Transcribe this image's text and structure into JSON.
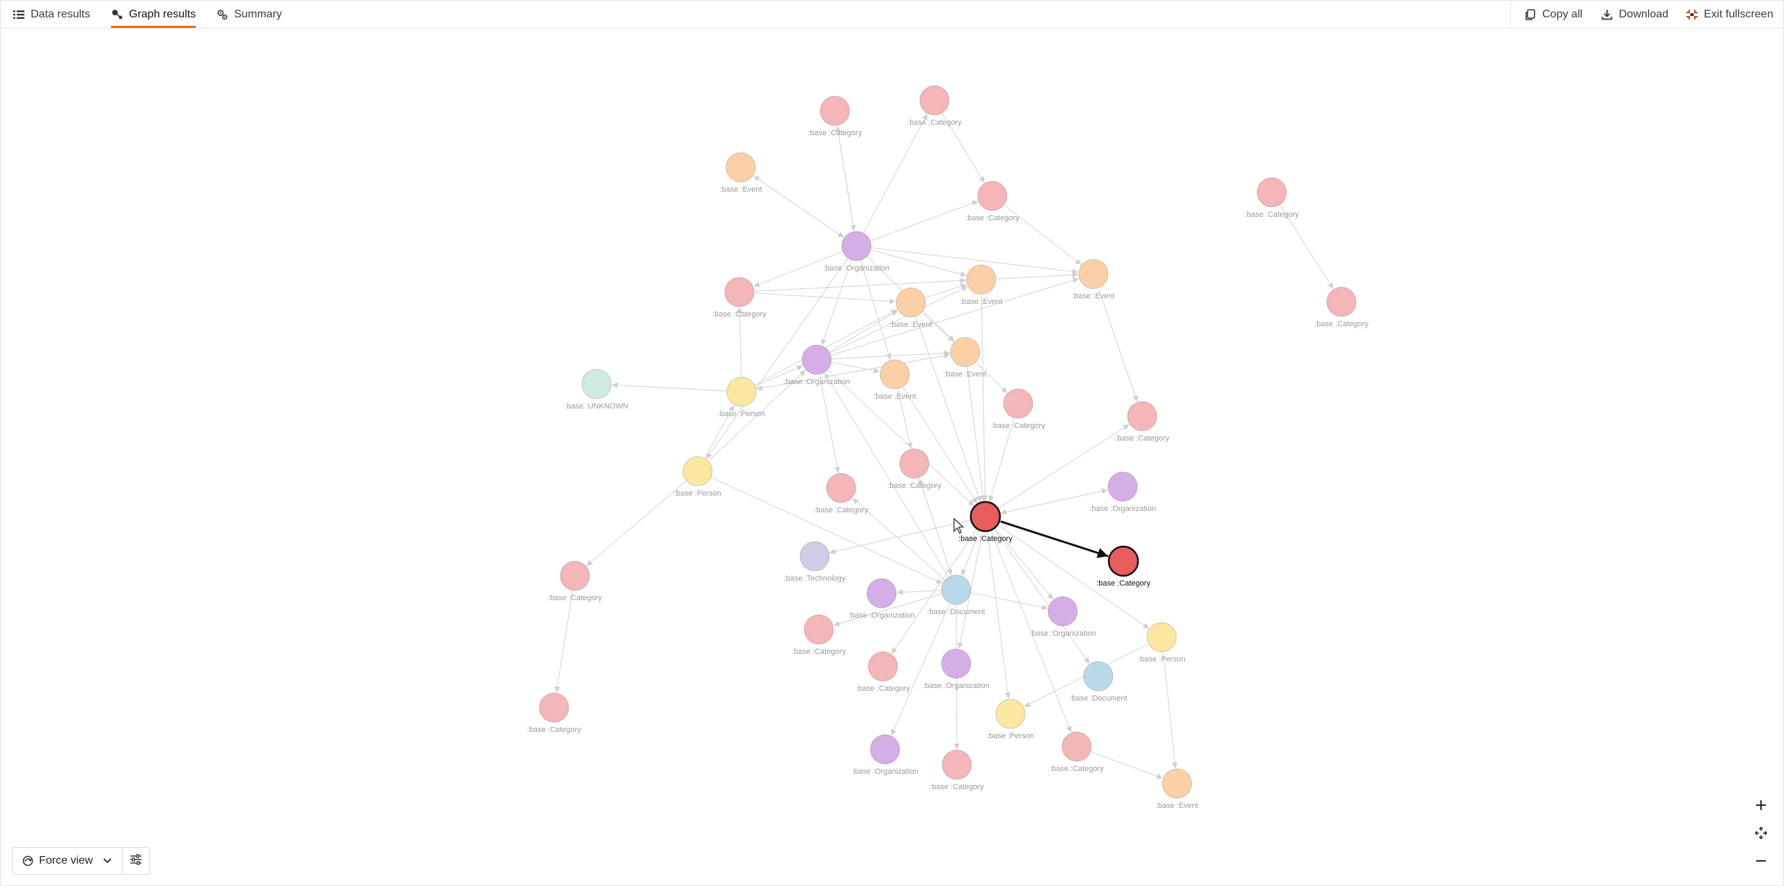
{
  "tabs": [
    {
      "label": "Data results",
      "icon": "list-icon"
    },
    {
      "label": "Graph results",
      "icon": "graph-icon",
      "active": true
    },
    {
      "label": "Summary",
      "icon": "gears-icon"
    }
  ],
  "actions": [
    {
      "label": "Copy all",
      "icon": "copy-icon"
    },
    {
      "label": "Download",
      "icon": "download-icon"
    },
    {
      "label": "Exit fullscreen",
      "icon": "exit-fullscreen-icon"
    }
  ],
  "view": {
    "label": "Force view",
    "icon": "force-view-icon",
    "chevron": "chevron-down-icon",
    "settings_icon": "sliders-icon"
  },
  "zoom_controls": [
    "zoom-in-icon",
    "fit-to-screen-icon",
    "zoom-out-icon"
  ],
  "colors": {
    "accent": "#e8660f",
    "Category": "#f4b6b8",
    "Event": "#fcd0a6",
    "Organization": "#d4aee6",
    "Person": "#fbe7a0",
    "Document": "#b9d8ea",
    "Technology": "#cfcde6",
    "UNKNOWN": "#cfeadf",
    "selected": "#e85c5c"
  },
  "labels": {
    "Category": ":base :Category",
    "Event": ":base :Event",
    "Organization": ":base :Organization",
    "Person": ":base :Person",
    "Document": ":base :Document",
    "Technology": ":base :Technology",
    "UNKNOWN": ":base :UNKNOWN"
  },
  "selection": {
    "source": "N34",
    "target": "N35"
  }
}
